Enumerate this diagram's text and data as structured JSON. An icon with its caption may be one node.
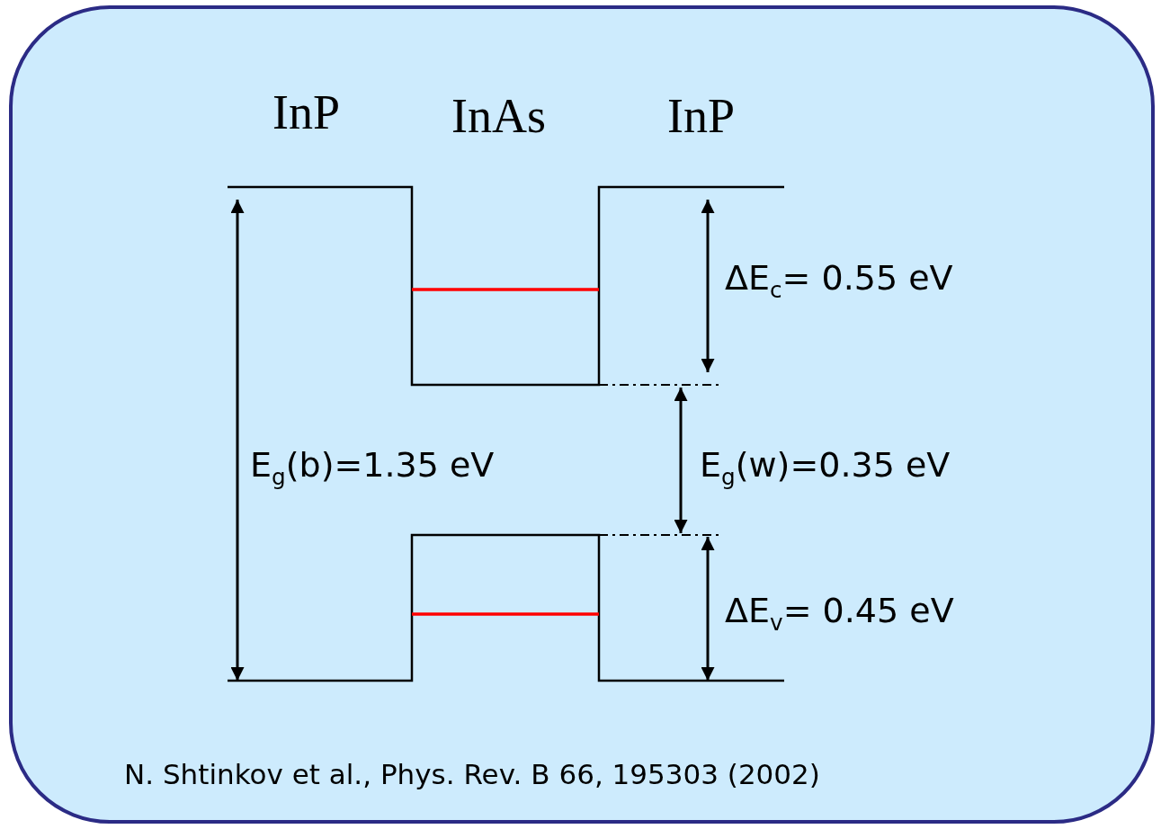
{
  "diagram": {
    "caption": "N. Shtinkov et al., Phys. Rev. B 66, 195303 (2002)",
    "labels": [
      "InP",
      "InAs",
      "InP",
      "ΔE$_{c}$= 0.55 eV",
      "E$_{g}$(b)=1.35 eV",
      "E$_{g}$(w)=0.35 eV",
      "ΔE$_{v}$= 0.45 eV"
    ]
  }
}
